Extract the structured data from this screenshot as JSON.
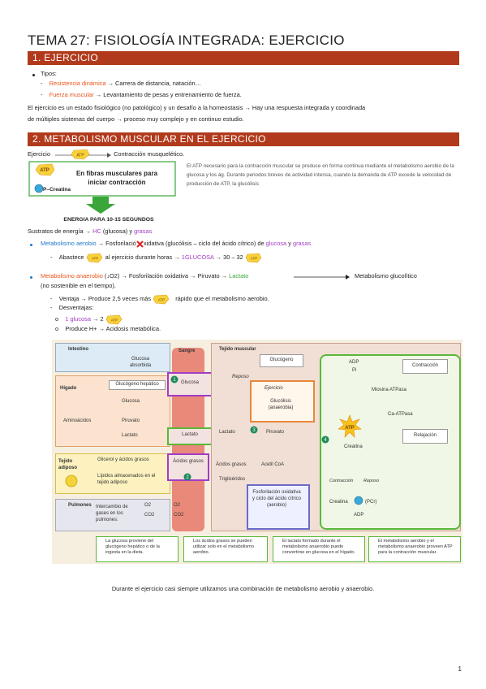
{
  "title": "TEMA 27: FISIOLOGÍA INTEGRADA: EJERCICIO",
  "section1": {
    "heading": "1. EJERCICIO",
    "tipos": "Tipos:",
    "t1_term": "Resistencia dinámica",
    "t1_rest": "→ Carrera de distancia, natación…",
    "t2_term": "Fuerza muscular",
    "t2_rest": "→ Levantamiento de pesas y entrenamiento de fuerza.",
    "p1": "El ejercicio es un estado fisiológico (no patológico) y un desafío a la homeostasis → Hay una respuesta integrada y coordinada",
    "p2": "de múltiples sistemas del cuerpo → proceso muy complejo y en continuo estudio."
  },
  "section2": {
    "heading": "2. METABOLISMO MUSCULAR EN EL EJERCICIO",
    "ej_left": "Ejercicio",
    "ej_right": "Contracción musquelético.",
    "fibras_title1": "En fibras musculares para",
    "fibras_title2": "iniciar contracción",
    "atp": "ATP",
    "pcr": "P–Creatina",
    "energia": "ENERGIA PARA 10-15 SEGUNDOS",
    "para": "El ATP necesario para la contracción muscular se produce en forma continua mediante el metabolismo aerobio de la glucosa y los ág. Durante periodos breves de actividad intensa, cuando la demanda de ATP excede la velocidad de producción de ATP, la glucólisis",
    "sustratos_a": "Sustratos de energía →",
    "sustratos_hc": "HC",
    "sustratos_b": "(glucosa) y",
    "sustratos_g": "grasas",
    "aer_term": "Metabolismo aerobio",
    "aer_a": "→ Fosforilació",
    "aer_b": "xidativa (glucólisis – ciclo del ácido cítrico) de",
    "aer_glu": "glucosa",
    "aer_y": "y",
    "aer_gras": "grasas",
    "abastece_a": "Abastece",
    "abastece_b": "al ejercicio durante horas →",
    "abastece_glu": "1GLUCOSA",
    "abastece_c": "→ 30 – 32",
    "ana_term": "Metabolismo anaerobio",
    "ana_a": "(↓O2) → Fosforilación oxidativa → Piruvato →",
    "ana_lact": "Lactato",
    "ana_right": "Metabolismo glucolítico",
    "ana_paren": "(no sostenible en el tiempo).",
    "ventaja_a": "Ventaja → Produce 2,5 veces más",
    "ventaja_b": "rápido que el metabolismo aerobio.",
    "desv": "Desventajas:",
    "d1_glu": "1 glucosa",
    "d1_rest": "→ 2",
    "d2": "Produce H+ → Acidosis metabólica."
  },
  "diagram": {
    "intestino": "Intestino",
    "glucosa_absorbida": "Glucosa absorbida",
    "sangre": "Sangre",
    "tejido_muscular": "Tejido muscular",
    "higado": "Hígado",
    "glucogeno_hepatico": "Glucógeno hepático",
    "glucosa": "Glucosa",
    "aminoacidos": "Aminoácidos",
    "piruvato": "Piruvato",
    "lactato": "Lactato",
    "tejido_adiposo": "Tejido adiposo",
    "glicerol": "Glicerol y ácidos grasos",
    "lipidos": "Lípidos almacenados en el tejido adiposo",
    "acidos_grasos": "Ácidos grasos",
    "trigliceridos": "Triglicéridos",
    "acetil": "Acetil CoA",
    "pulmones": "Pulmones",
    "intercambio": "Intercambio de gases en los pulmones:",
    "o2": "O2",
    "co2": "CO2",
    "glucogeno": "Glucógeno",
    "reposo": "Reposo",
    "ejercicio": "Ejercicio",
    "glucolisis": "Glucólisis (anaerobia)",
    "fosforilacion": "Fosforilación oxidativa y ciclo del ácido cítrico (aerobio)",
    "adp": "ADP",
    "pi": "Pi",
    "miosina": "Miosina ATPasa",
    "caatpasa": "Ca-ATPasa",
    "contraccion": "Contracción",
    "relajacion": "Relajación",
    "atp": "ATP",
    "creatina": "Creatina",
    "pcr": "(PCr)",
    "contraccion_v": "Contracción",
    "reposo_v": "Reposo",
    "n1": "1",
    "n2": "2",
    "n3": "3",
    "n4": "4",
    "c1": "La glucosa proviene del glucógeno hepático o de la ingesta en la dieta.",
    "c2": "Los ácidos grasos se pueden utilizar solo en el metabolismo aerobio.",
    "c3": "El lactato formado durante el metabolismo anaerobio puede convertirse en glucosa en el hígado.",
    "c4": "El metabolismo aerobio y el metabolismo anaerobio proveen ATP para la contracción muscular."
  },
  "footer_sentence": "Durante el ejercicio casi siempre utilizamos una combinación de metabolismo aerobio y anaerobio.",
  "page_number": "1"
}
